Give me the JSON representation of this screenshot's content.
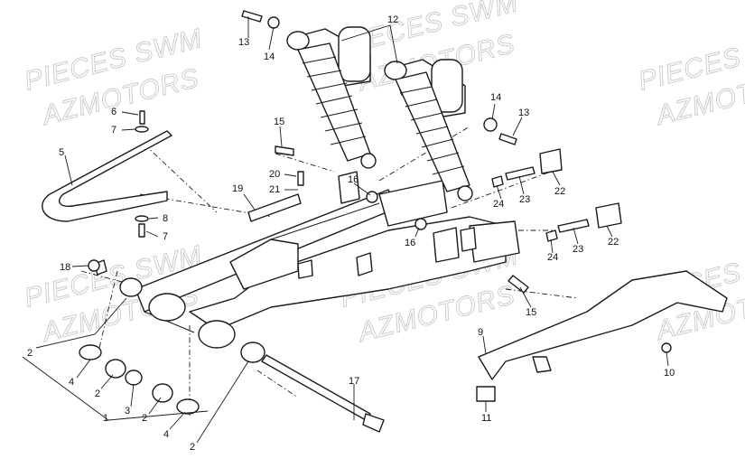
{
  "watermarks": [
    "PIECES SWM",
    "AZMOTORS",
    "PIECES SWM",
    "AZMOTORS",
    "PIECES SWM",
    "AZMOTORS",
    "PIECES SWM",
    "AZMOTORS",
    "PIECES SWM",
    "AZMOTORS",
    "PIECES SWM",
    "AZMOTORS"
  ],
  "callouts": [
    "13",
    "14",
    "12",
    "14",
    "13",
    "6",
    "7",
    "5",
    "8",
    "7",
    "15",
    "20",
    "21",
    "19",
    "16",
    "24",
    "23",
    "22",
    "16",
    "24",
    "23",
    "22",
    "18",
    "15",
    "17",
    "9",
    "10",
    "11",
    "2",
    "4",
    "2",
    "3",
    "2",
    "4",
    "2",
    "1"
  ]
}
